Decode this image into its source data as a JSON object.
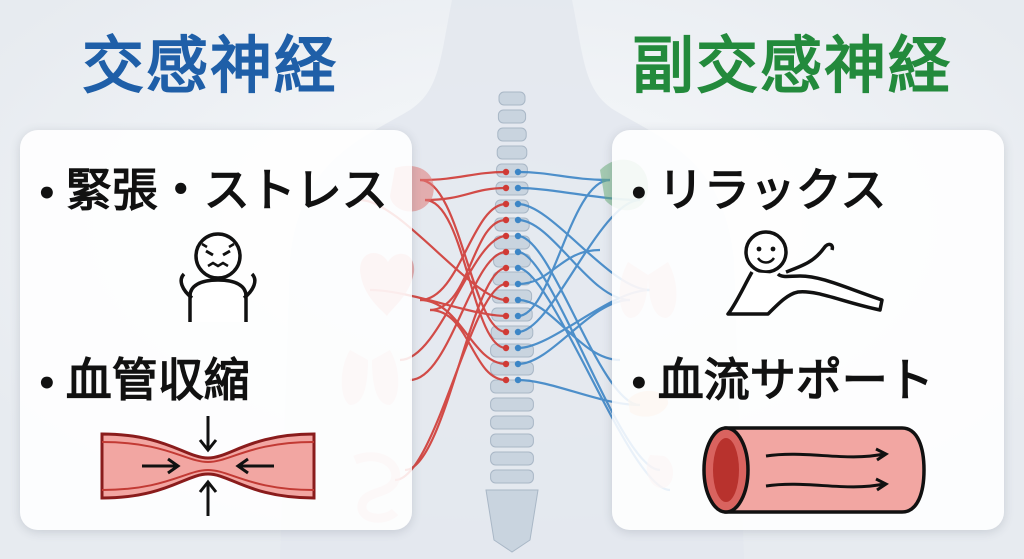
{
  "sympathetic": {
    "title": "交感神経",
    "items": [
      {
        "label": "緊張・ストレス",
        "icon": "stressed-person-icon"
      },
      {
        "label": "血管収縮",
        "icon": "constricted-vessel-icon"
      }
    ],
    "color": "#1f5fa8",
    "nerve_color": "#d03a35"
  },
  "parasympathetic": {
    "title": "副交感神経",
    "items": [
      {
        "label": "リラックス",
        "icon": "relaxed-person-icon"
      },
      {
        "label": "血流サポート",
        "icon": "open-vessel-icon"
      }
    ],
    "color": "#238a3c",
    "nerve_color": "#3d86c6"
  },
  "bullet_glyph": "•"
}
